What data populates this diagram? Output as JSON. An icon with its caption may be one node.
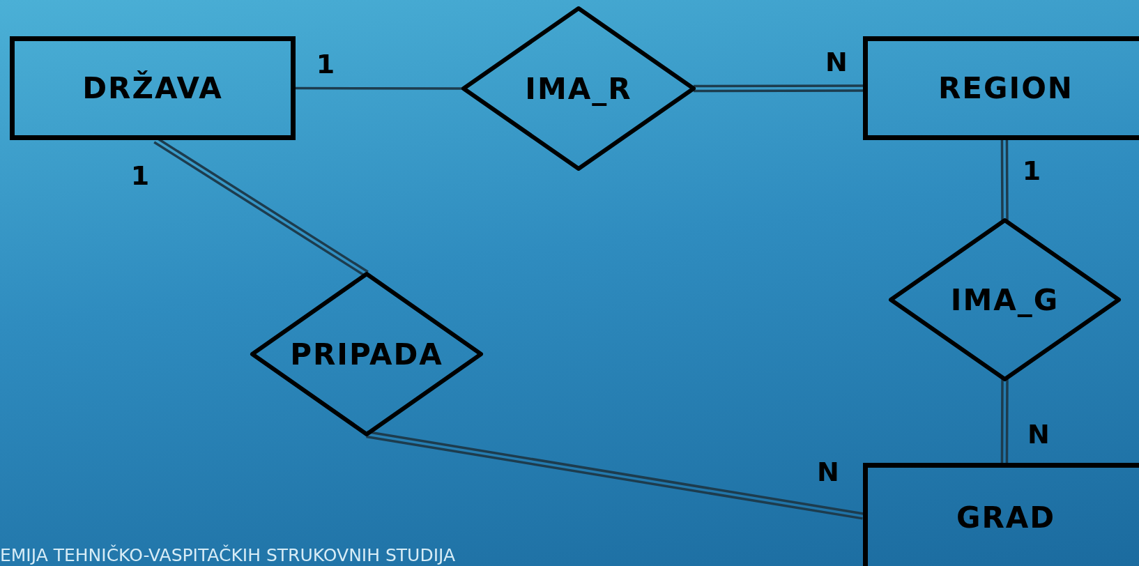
{
  "diagram": {
    "nodes": [
      {
        "text": [
          "DRŽAVA"
        ]
      },
      {
        "text": [
          "IMA_R"
        ]
      },
      {
        "text": [
          "REGION"
        ]
      },
      {
        "text": [
          "PRIPADA"
        ]
      },
      {
        "text": [
          "IMA_G"
        ]
      },
      {
        "text": [
          "GRAD"
        ]
      }
    ],
    "edges": [
      {
        "from": 0,
        "to": 1,
        "arrow": "none",
        "label": "1"
      },
      {
        "from": 1,
        "to": 2,
        "arrow": "none",
        "label": "N"
      },
      {
        "from": 2,
        "to": 4,
        "arrow": "none",
        "label": "1"
      },
      {
        "from": 4,
        "to": 5,
        "arrow": "none",
        "label": "N"
      },
      {
        "from": 0,
        "to": 3,
        "arrow": "none",
        "label": "1"
      },
      {
        "from": 3,
        "to": 5,
        "arrow": "none",
        "label": "N"
      }
    ],
    "labels": [
      "EMIJA TEHNIČKO-VASPITAČKIH STRUKOVNIH STUDIJA"
    ]
  }
}
